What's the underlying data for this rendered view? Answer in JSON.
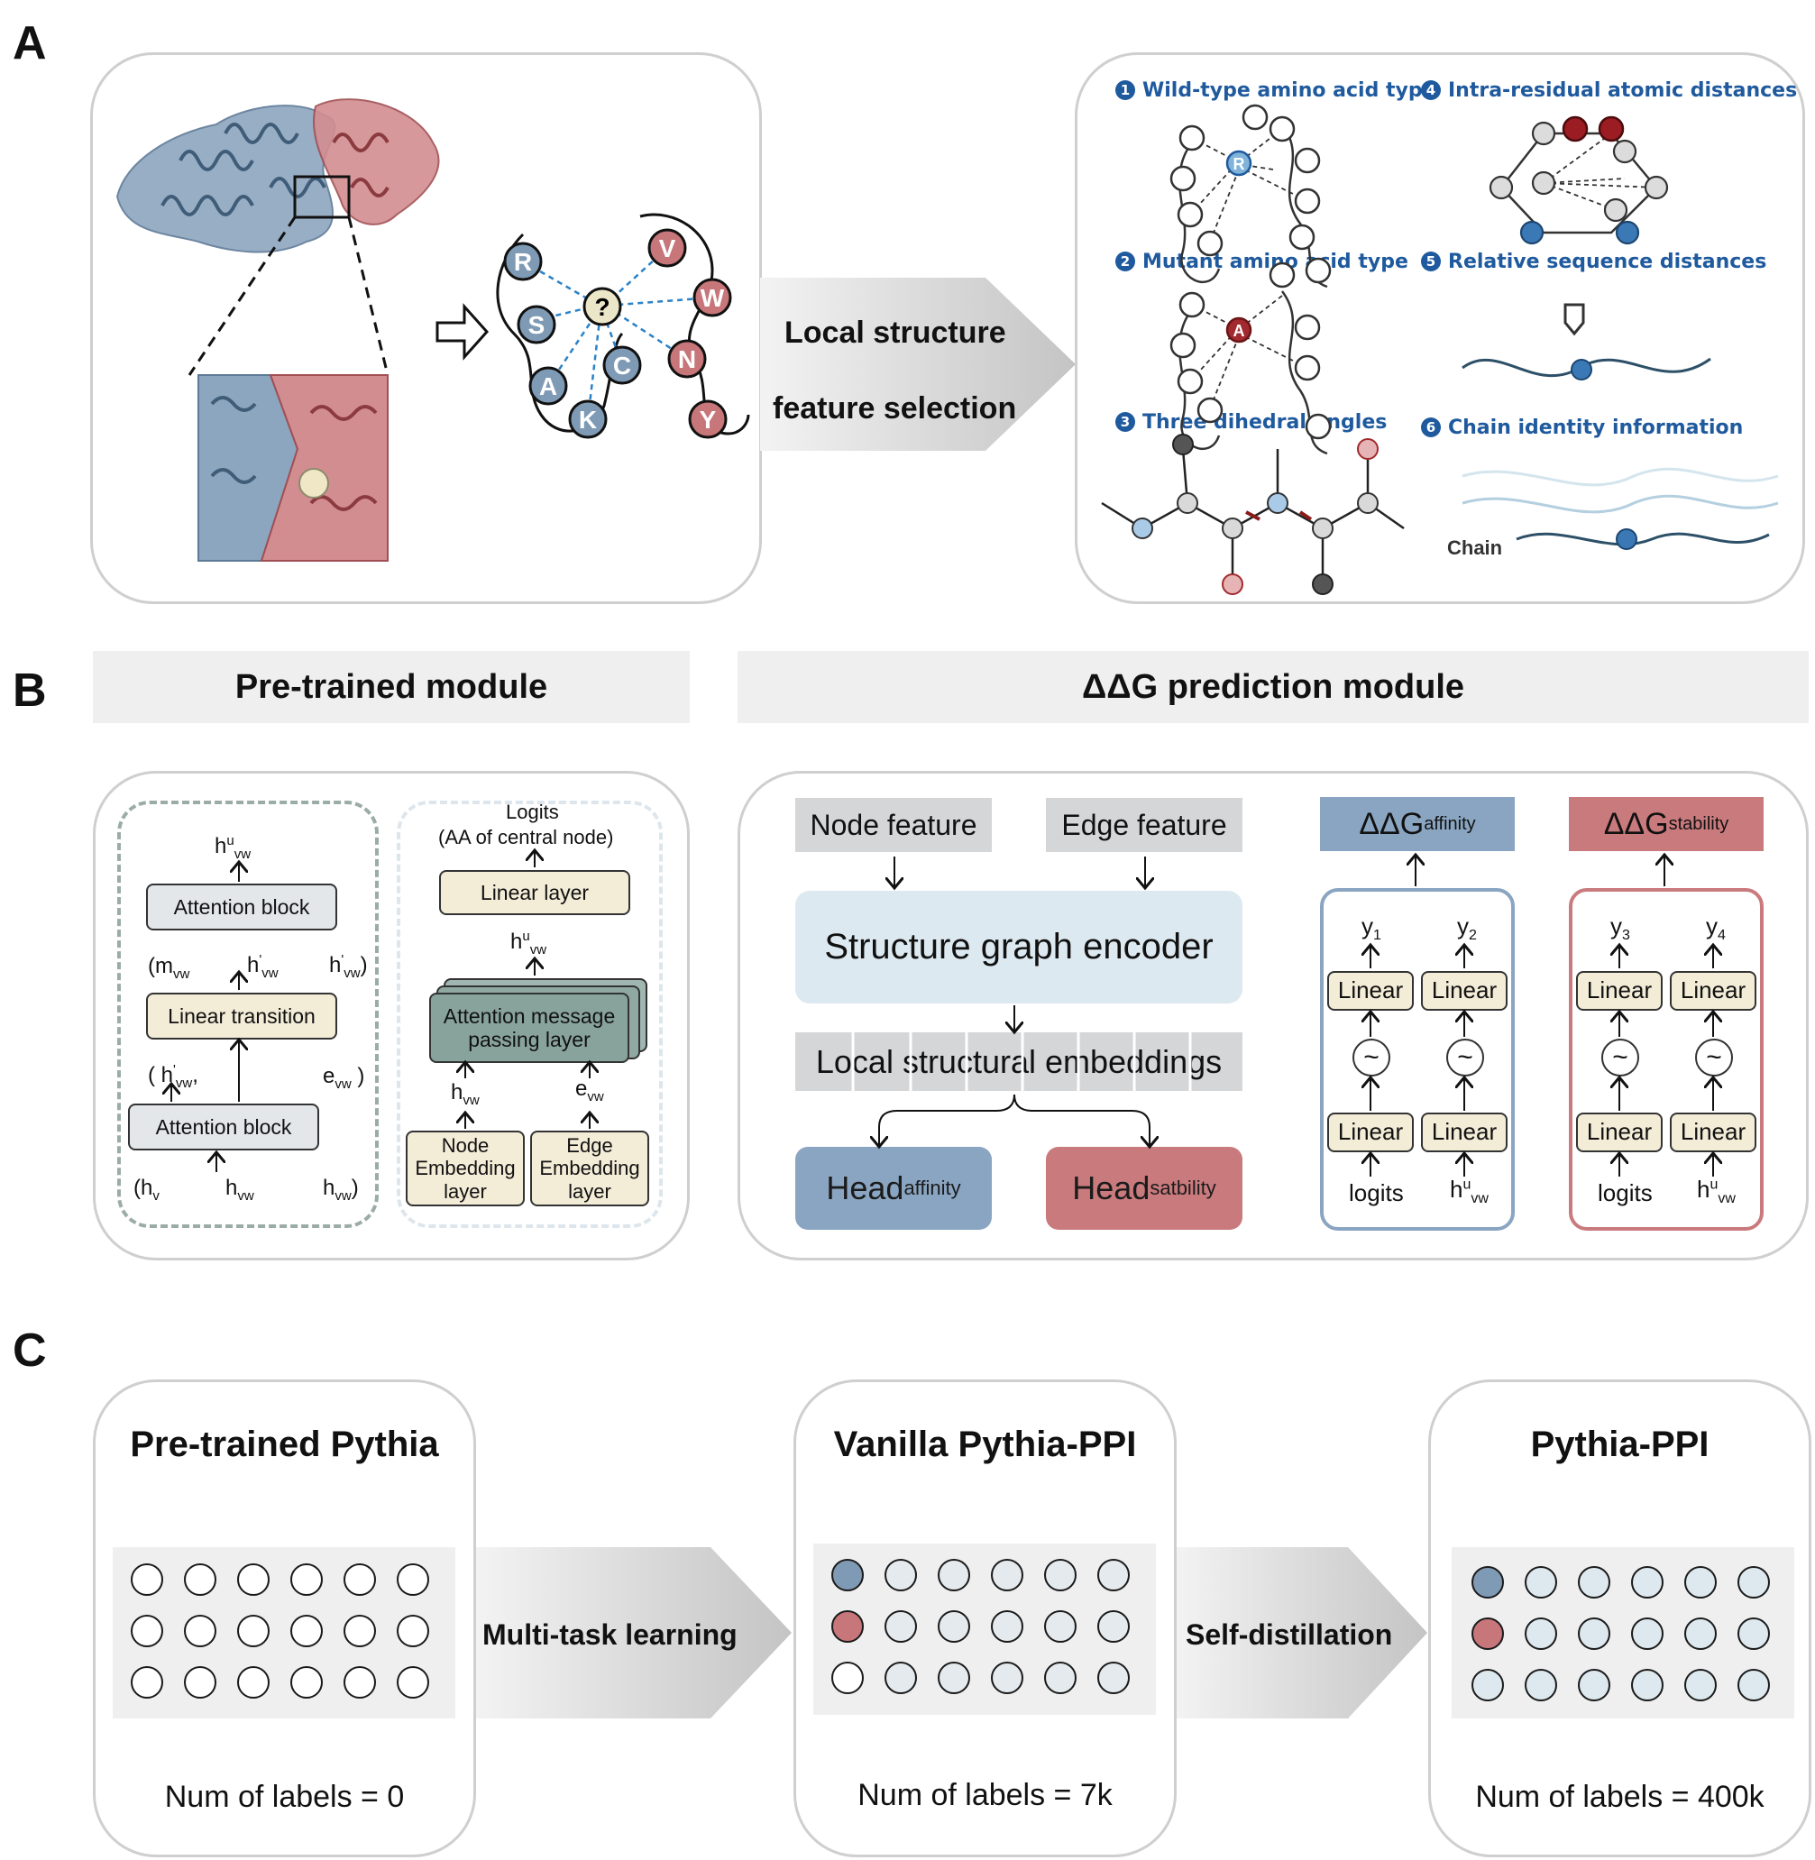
{
  "panels": {
    "a": "A",
    "b": "B",
    "c": "C"
  },
  "panel_a": {
    "arrow_label_line1": "Local structure",
    "arrow_label_line2": "feature selection",
    "residues_blue": [
      "R",
      "S",
      "A",
      "K",
      "C"
    ],
    "residues_red": [
      "V",
      "W",
      "N",
      "Y"
    ],
    "center_residue": "?",
    "features": [
      {
        "num": "1",
        "title": "Wild-type amino acid type"
      },
      {
        "num": "2",
        "title": "Mutant amino acid type"
      },
      {
        "num": "3",
        "title": "Three dihedral angles"
      },
      {
        "num": "4",
        "title": "Intra-residual atomic distances"
      },
      {
        "num": "5",
        "title": "Relative sequence distances"
      },
      {
        "num": "6",
        "title": "Chain identity information"
      }
    ],
    "wild_type_letter": "R",
    "mutant_letter": "A",
    "chain_label": "Chain",
    "colors": {
      "blue": "#7f9ab5",
      "red": "#c7767a",
      "feature_blue": "#1f5a9e"
    }
  },
  "panel_b": {
    "pretrained_header": "Pre-trained module",
    "ddg_header": "ΔΔG prediction module",
    "left_stack": {
      "top_label": "h",
      "top_sup": "u",
      "top_sub": "vw",
      "attention_block_top": "Attention block",
      "row2_left": "(m",
      "row2_left_sub": "vw",
      "row2_mid": "h",
      "row2_mid_sup": "'",
      "row2_mid_sub": "vw",
      "row2_right": "h",
      "row2_right_sup": "'",
      "row2_right_sub": "vw",
      "row2_right_close": ")",
      "linear_transition": "Linear transition",
      "row3_left": "( h",
      "row3_left_sup": "'",
      "row3_left_sub": "vw",
      "row3_comma": ",",
      "row3_right": "e",
      "row3_right_sub": "vw",
      "row3_right_close": " )",
      "attention_block_bottom": "Attention block",
      "row4_a": "(h",
      "row4_a_sub": "v",
      "row4_b": "h",
      "row4_b_sub": "vw",
      "row4_c": "h",
      "row4_c_sub": "vw",
      "row4_c_close": ")"
    },
    "right_stack": {
      "logits_line1": "Logits",
      "logits_line2": "(AA of central node)",
      "linear_layer": "Linear layer",
      "hu": "h",
      "hu_sup": "u",
      "hu_sub": "vw",
      "attention_mp_line1": "Attention message",
      "attention_mp_line2": "passing layer",
      "h": "h",
      "h_sub": "vw",
      "e": "e",
      "e_sub": "vw",
      "node_emb": [
        "Node",
        "Embedding",
        "layer"
      ],
      "edge_emb": [
        "Edge",
        "Embedding",
        "layer"
      ]
    },
    "ddg_module": {
      "node_feature": "Node feature",
      "edge_feature": "Edge feature",
      "encoder": "Structure graph encoder",
      "embeddings": "Local structural embeddings",
      "head_affinity": "Head",
      "head_affinity_sub": "affinity",
      "head_stability": "Head",
      "head_stability_sub": "satbility",
      "ddg_affinity": "ΔΔG",
      "ddg_affinity_sub": "affinity",
      "ddg_stability": "ΔΔG",
      "ddg_stability_sub": "stability",
      "linear": "Linear",
      "tilde": "~",
      "y1": "y",
      "y1_sub": "1",
      "y2": "y",
      "y2_sub": "2",
      "y3": "y",
      "y3_sub": "3",
      "y4": "y",
      "y4_sub": "4",
      "logits": "logits",
      "hu": "h",
      "hu_sup": "u",
      "hu_sub": "vw",
      "colors": {
        "affinity": "#8aa5c1",
        "stability": "#c97a7d",
        "affinity_border": "#8aa5c1",
        "stability_border": "#c97a7d"
      }
    }
  },
  "panel_c": {
    "stages": [
      {
        "title": "Pre-trained Pythia",
        "labels": "Num of labels = 0"
      },
      {
        "title": "Vanilla Pythia-PPI",
        "labels": "Num of labels = 7k"
      },
      {
        "title": "Pythia-PPI",
        "labels": "Num of labels = 400k"
      }
    ],
    "arrow1": "Multi-task learning",
    "arrow2": "Self-distillation",
    "dot_colors": {
      "empty": "#ffffff",
      "light": "#e4eaed",
      "pale_blue": "#dde9ef",
      "blue": "#7f9ab5",
      "red": "#c7767a"
    }
  }
}
